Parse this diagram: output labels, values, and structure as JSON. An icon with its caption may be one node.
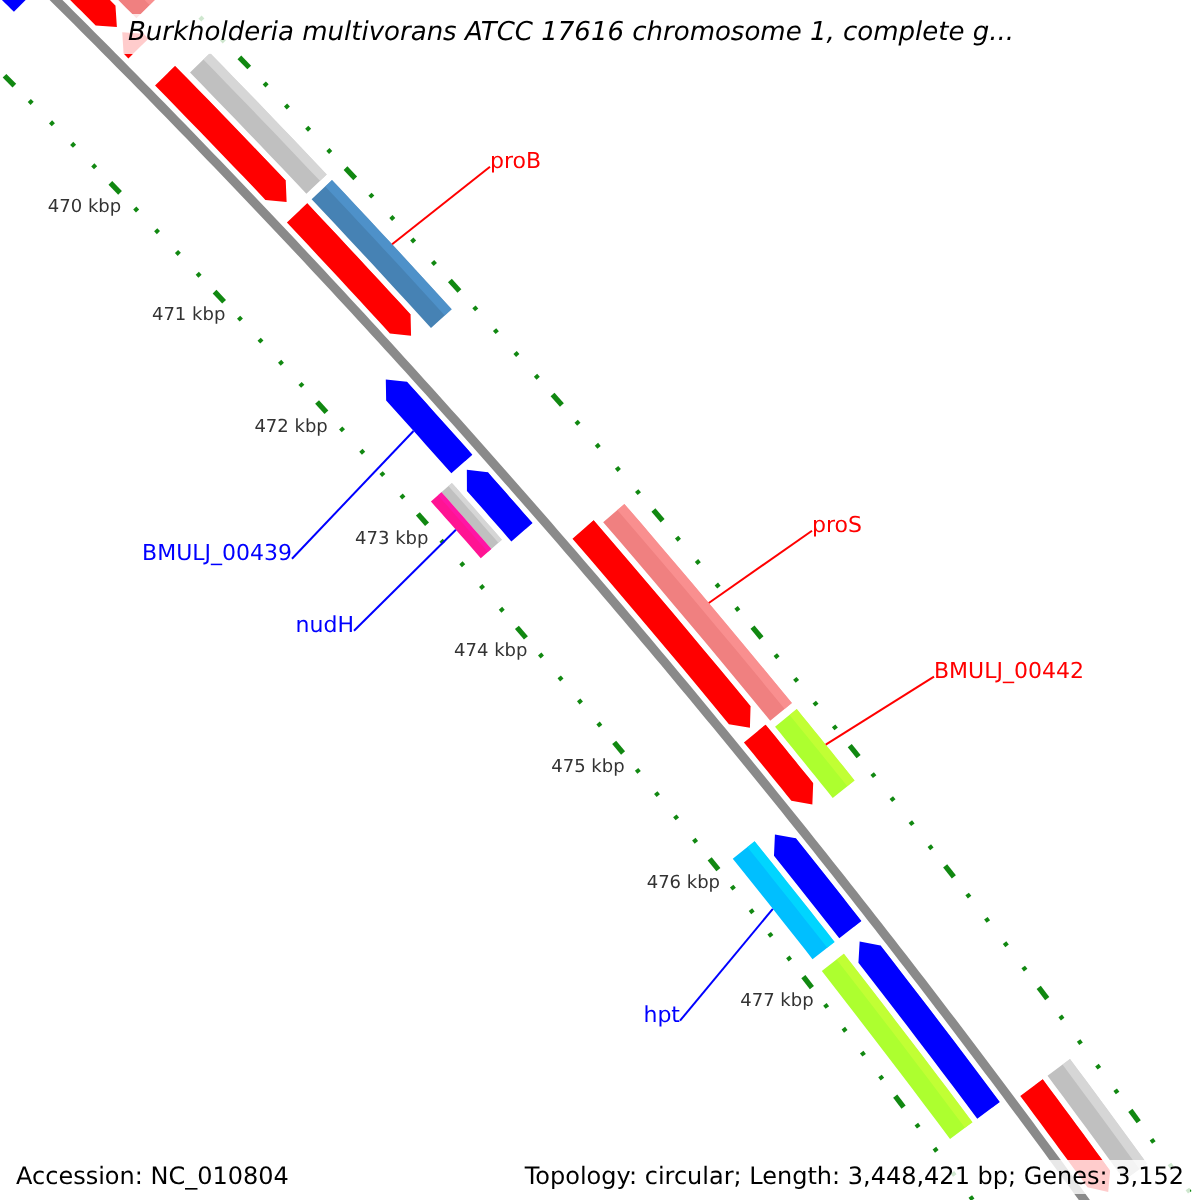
{
  "diagram": {
    "title": "Burkholderia multivorans ATCC 17616 chromosome 1, complete g...",
    "nodes": [
      {
        "text": [
          "proB"
        ]
      },
      {
        "text": [],
        "shape": "bar"
      },
      {
        "text": [
          "proS"
        ]
      },
      {
        "text": [],
        "shape": "bar"
      },
      {
        "text": [
          "BMULJ_00439"
        ]
      },
      {
        "text": [],
        "shape": "bar"
      },
      {
        "text": [
          "nudH"
        ]
      },
      {
        "text": [],
        "shape": "bar"
      },
      {
        "text": [
          "BMULJ_00442"
        ]
      },
      {
        "text": [],
        "shape": "bar"
      },
      {
        "text": [
          "hpt"
        ]
      },
      {
        "text": [],
        "shape": "bar"
      }
    ],
    "edges": [
      {
        "from": 0,
        "to": 1,
        "arrow": "none",
        "color": "#ff0000"
      },
      {
        "from": 2,
        "to": 3,
        "arrow": "none",
        "color": "#ff0000"
      },
      {
        "from": 4,
        "to": 5,
        "arrow": "none",
        "color": "#0000ff"
      },
      {
        "from": 6,
        "to": 7,
        "arrow": "none",
        "color": "#0000ff"
      },
      {
        "from": 8,
        "to": 9,
        "arrow": "none",
        "color": "#ff0000"
      },
      {
        "from": 10,
        "to": 11,
        "arrow": "none",
        "color": "#0000ff"
      }
    ],
    "labels": [
      "470 kbp",
      "471 kbp",
      "472 kbp",
      "473 kbp",
      "474 kbp",
      "475 kbp",
      "476 kbp",
      "477 kbp",
      "Accession: NC_010804",
      "Topology: circular; Length: 3,448,421 bp; Genes: 3,152"
    ]
  }
}
